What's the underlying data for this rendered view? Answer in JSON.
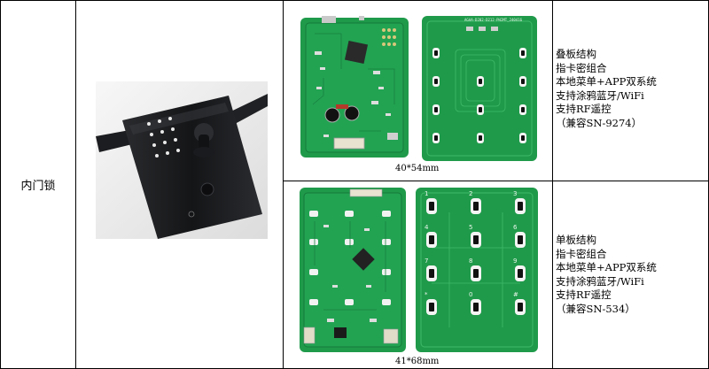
{
  "table": {
    "category": "内门锁",
    "rows": [
      {
        "size": "40*54mm",
        "features": [
          "叠板结构",
          "指卡密组合",
          "本地菜单+APP双系统",
          "支持涂鸦蓝牙/WiFi",
          "支持RF遥控",
          "（兼容SN-9274）"
        ],
        "board_marking": "AGAA-D202-D212-PH2MT_240416"
      },
      {
        "size": "41*68mm",
        "features": [
          "单板结构",
          "指卡密组合",
          "本地菜单+APP双系统",
          "支持涂鸦蓝牙/WiFi",
          "支持RF遥控",
          "（兼容SN-534）"
        ],
        "keypad_labels": [
          "1",
          "2",
          "3",
          "4",
          "5",
          "6",
          "7",
          "8",
          "9",
          "*",
          "0",
          "#"
        ]
      }
    ]
  },
  "colors": {
    "pcb_green": "#1f9a4a",
    "pcb_dark": "#167a3a",
    "copper": "#d9c77a",
    "lock_black": "#1b1c1e",
    "line": "#000000"
  }
}
